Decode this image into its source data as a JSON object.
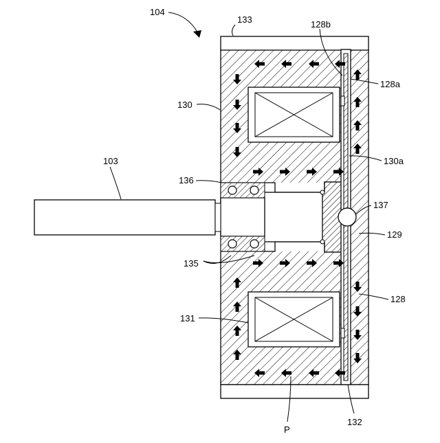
{
  "figure_ref": "104",
  "labels": {
    "l133": "133",
    "l128b": "128b",
    "l128a": "128a",
    "l130": "130",
    "l130a": "130a",
    "l103": "103",
    "l136": "136",
    "l137": "137",
    "l129": "129",
    "l135": "135",
    "l128": "128",
    "l131": "131",
    "l132": "132",
    "lP": "P"
  },
  "colors": {
    "line": "#000000",
    "hatch": "#000000",
    "background": "#ffffff"
  },
  "flux_arrows": {
    "top_row": "left",
    "upper_left_column": "down",
    "upper_mid_row": "right",
    "right_column_upper": "up",
    "right_column_lower": "down",
    "lower_mid_row": "right",
    "lower_left_column": "up",
    "bottom_row": "left"
  }
}
